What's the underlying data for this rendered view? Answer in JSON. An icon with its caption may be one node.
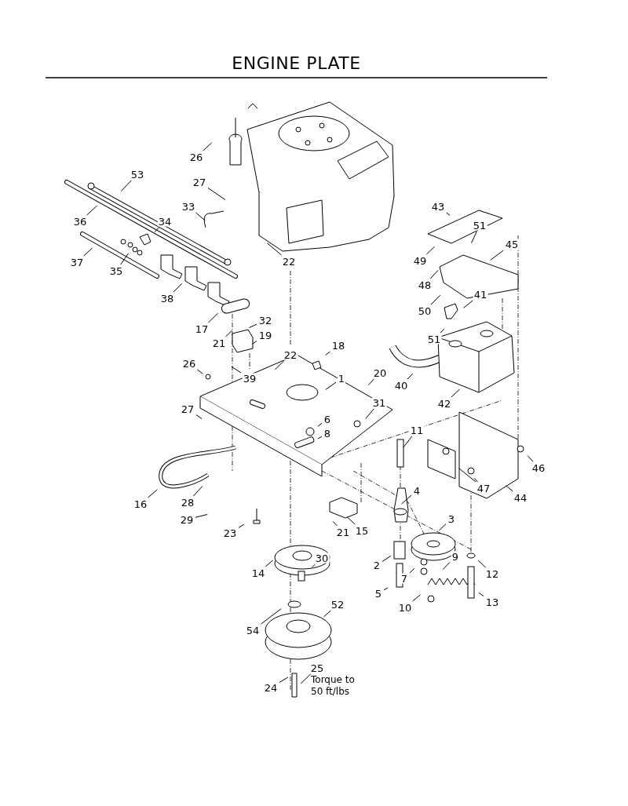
{
  "diagram": {
    "title": "ENGINE PLATE",
    "nodes": [
      {
        "text": [
          "26"
        ]
      },
      {
        "text": [
          "53"
        ]
      },
      {
        "text": [
          "27"
        ]
      },
      {
        "text": [
          "33"
        ]
      },
      {
        "text": [
          "36"
        ]
      },
      {
        "text": [
          "34"
        ]
      },
      {
        "text": [
          "37"
        ]
      },
      {
        "text": [
          "35"
        ]
      },
      {
        "text": [
          "38"
        ]
      },
      {
        "text": [
          "22"
        ]
      },
      {
        "text": [
          "17"
        ]
      },
      {
        "text": [
          "32"
        ]
      },
      {
        "text": [
          "21"
        ]
      },
      {
        "text": [
          "19"
        ]
      },
      {
        "text": [
          "22"
        ]
      },
      {
        "text": [
          "18"
        ]
      },
      {
        "text": [
          "26"
        ]
      },
      {
        "text": [
          "39"
        ]
      },
      {
        "text": [
          "1"
        ]
      },
      {
        "text": [
          "20"
        ]
      },
      {
        "text": [
          "31"
        ]
      },
      {
        "text": [
          "27"
        ]
      },
      {
        "text": [
          "6"
        ]
      },
      {
        "text": [
          "8"
        ]
      },
      {
        "text": [
          "11"
        ]
      },
      {
        "text": [
          "16"
        ]
      },
      {
        "text": [
          "28"
        ]
      },
      {
        "text": [
          "29"
        ]
      },
      {
        "text": [
          "23"
        ]
      },
      {
        "text": [
          "21"
        ]
      },
      {
        "text": [
          "15"
        ]
      },
      {
        "text": [
          "4"
        ]
      },
      {
        "text": [
          "14"
        ]
      },
      {
        "text": [
          "30"
        ]
      },
      {
        "text": [
          "3"
        ]
      },
      {
        "text": [
          "2"
        ]
      },
      {
        "text": [
          "7"
        ]
      },
      {
        "text": [
          "5"
        ]
      },
      {
        "text": [
          "9"
        ]
      },
      {
        "text": [
          "12"
        ]
      },
      {
        "text": [
          "10"
        ]
      },
      {
        "text": [
          "13"
        ]
      },
      {
        "text": [
          "54"
        ]
      },
      {
        "text": [
          "52"
        ]
      },
      {
        "text": [
          "24"
        ]
      },
      {
        "text": [
          "25"
        ],
        "beside": [
          "Torque to 50 ft/lbs"
        ]
      },
      {
        "text": [
          "43"
        ]
      },
      {
        "text": [
          "51"
        ]
      },
      {
        "text": [
          "45"
        ]
      },
      {
        "text": [
          "49"
        ]
      },
      {
        "text": [
          "48"
        ]
      },
      {
        "text": [
          "50"
        ]
      },
      {
        "text": [
          "41"
        ]
      },
      {
        "text": [
          "51"
        ]
      },
      {
        "text": [
          "40"
        ]
      },
      {
        "text": [
          "42"
        ]
      },
      {
        "text": [
          "46"
        ]
      },
      {
        "text": [
          "47"
        ]
      },
      {
        "text": [
          "44"
        ]
      }
    ],
    "edges": [
      {
        "from": 0,
        "to": null,
        "arrow": "none"
      },
      {
        "from": 1,
        "to": null,
        "arrow": "none"
      },
      {
        "from": 2,
        "to": null,
        "arrow": "none"
      },
      {
        "from": 3,
        "to": null,
        "arrow": "none"
      },
      {
        "from": 4,
        "to": null,
        "arrow": "none"
      },
      {
        "from": 5,
        "to": null,
        "arrow": "none"
      },
      {
        "from": 6,
        "to": null,
        "arrow": "none"
      },
      {
        "from": 7,
        "to": null,
        "arrow": "none"
      },
      {
        "from": 8,
        "to": null,
        "arrow": "none"
      },
      {
        "from": 9,
        "to": null,
        "arrow": "none"
      },
      {
        "from": 10,
        "to": null,
        "arrow": "none"
      },
      {
        "from": 11,
        "to": null,
        "arrow": "none"
      },
      {
        "from": 12,
        "to": null,
        "arrow": "none"
      },
      {
        "from": 13,
        "to": null,
        "arrow": "none"
      },
      {
        "from": 14,
        "to": null,
        "arrow": "none"
      },
      {
        "from": 15,
        "to": null,
        "arrow": "none"
      },
      {
        "from": 16,
        "to": null,
        "arrow": "none"
      },
      {
        "from": 17,
        "to": null,
        "arrow": "none"
      },
      {
        "from": 18,
        "to": null,
        "arrow": "none"
      },
      {
        "from": 19,
        "to": null,
        "arrow": "none"
      },
      {
        "from": 20,
        "to": null,
        "arrow": "none"
      },
      {
        "from": 21,
        "to": null,
        "arrow": "none"
      },
      {
        "from": 22,
        "to": null,
        "arrow": "none"
      },
      {
        "from": 23,
        "to": null,
        "arrow": "none"
      },
      {
        "from": 24,
        "to": null,
        "arrow": "none"
      },
      {
        "from": 25,
        "to": null,
        "arrow": "none"
      },
      {
        "from": 26,
        "to": null,
        "arrow": "none"
      },
      {
        "from": 27,
        "to": null,
        "arrow": "none"
      },
      {
        "from": 28,
        "to": null,
        "arrow": "none"
      },
      {
        "from": 29,
        "to": null,
        "arrow": "none"
      },
      {
        "from": 30,
        "to": null,
        "arrow": "none"
      },
      {
        "from": 31,
        "to": null,
        "arrow": "none"
      },
      {
        "from": 32,
        "to": null,
        "arrow": "none"
      },
      {
        "from": 33,
        "to": null,
        "arrow": "none"
      },
      {
        "from": 34,
        "to": null,
        "arrow": "none"
      },
      {
        "from": 35,
        "to": null,
        "arrow": "none"
      },
      {
        "from": 36,
        "to": null,
        "arrow": "none"
      },
      {
        "from": 37,
        "to": null,
        "arrow": "none"
      },
      {
        "from": 38,
        "to": null,
        "arrow": "none"
      },
      {
        "from": 39,
        "to": null,
        "arrow": "none"
      },
      {
        "from": 40,
        "to": null,
        "arrow": "none"
      },
      {
        "from": 41,
        "to": null,
        "arrow": "none"
      },
      {
        "from": 42,
        "to": null,
        "arrow": "none"
      },
      {
        "from": 43,
        "to": null,
        "arrow": "none"
      },
      {
        "from": 44,
        "to": null,
        "arrow": "none"
      },
      {
        "from": 45,
        "to": null,
        "arrow": "none"
      },
      {
        "from": 46,
        "to": null,
        "arrow": "none"
      },
      {
        "from": 47,
        "to": null,
        "arrow": "none"
      },
      {
        "from": 48,
        "to": null,
        "arrow": "none"
      },
      {
        "from": 49,
        "to": null,
        "arrow": "none"
      },
      {
        "from": 50,
        "to": null,
        "arrow": "none"
      },
      {
        "from": 51,
        "to": null,
        "arrow": "none"
      },
      {
        "from": 52,
        "to": null,
        "arrow": "none"
      },
      {
        "from": 53,
        "to": null,
        "arrow": "none"
      },
      {
        "from": 54,
        "to": null,
        "arrow": "none"
      },
      {
        "from": 55,
        "to": null,
        "arrow": "none"
      },
      {
        "from": 56,
        "to": null,
        "arrow": "none"
      },
      {
        "from": 57,
        "to": null,
        "arrow": "none"
      },
      {
        "from": 57,
        "to": null,
        "arrow": "none"
      },
      {
        "from": 58,
        "to": null,
        "arrow": "none"
      }
    ]
  }
}
